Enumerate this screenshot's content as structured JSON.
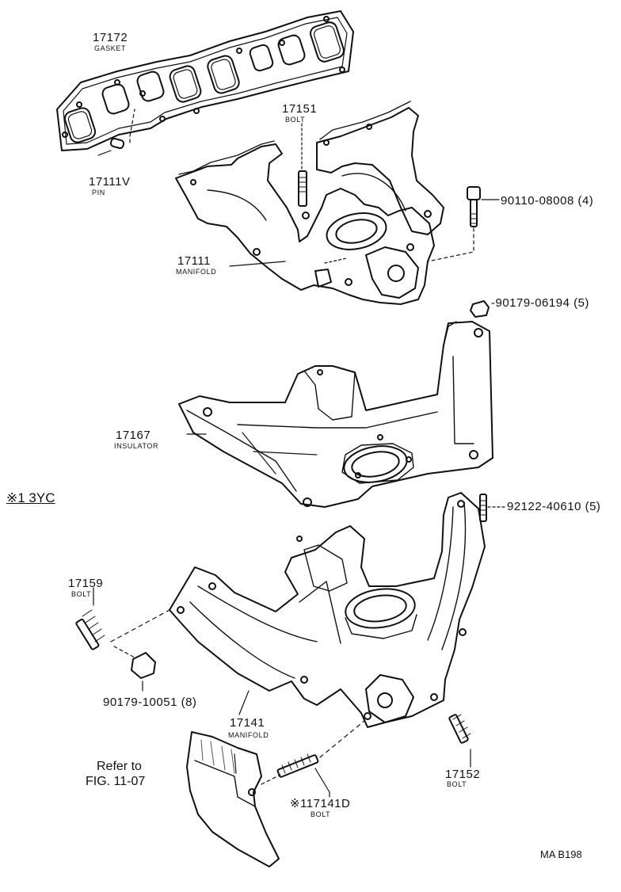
{
  "parts": {
    "gasket": {
      "number": "17172",
      "name": "GASKET"
    },
    "pin": {
      "number": "17111V",
      "name": "PIN"
    },
    "bolt_upper": {
      "number": "17151",
      "name": "BOLT"
    },
    "bolt_cap": {
      "number": "90110-08008 (4)"
    },
    "nut_upper": {
      "number": "-90179-06194 (5)"
    },
    "manifold_upper": {
      "number": "17111",
      "name": "MANIFOLD"
    },
    "insulator": {
      "number": "17167",
      "name": "INSULATOR"
    },
    "stud": {
      "number": "92122-40610 (5)"
    },
    "bolt_left": {
      "number": "17159",
      "name": "BOLT"
    },
    "nut_lower": {
      "number": "90179-10051 (8)"
    },
    "manifold_lower": {
      "number": "17141",
      "name": "MANIFOLD"
    },
    "bolt_right": {
      "number": "17152",
      "name": "BOLT"
    },
    "bolt_star": {
      "number": "※117141D",
      "name": "BOLT"
    }
  },
  "note_model": "※1 3YC",
  "refer_note": {
    "line1": "Refer to",
    "line2": "FIG. 11-07"
  },
  "diagram_code": "MA B198",
  "colors": {
    "ink": "#111111",
    "paper": "#ffffff",
    "hatch": "#555555"
  }
}
